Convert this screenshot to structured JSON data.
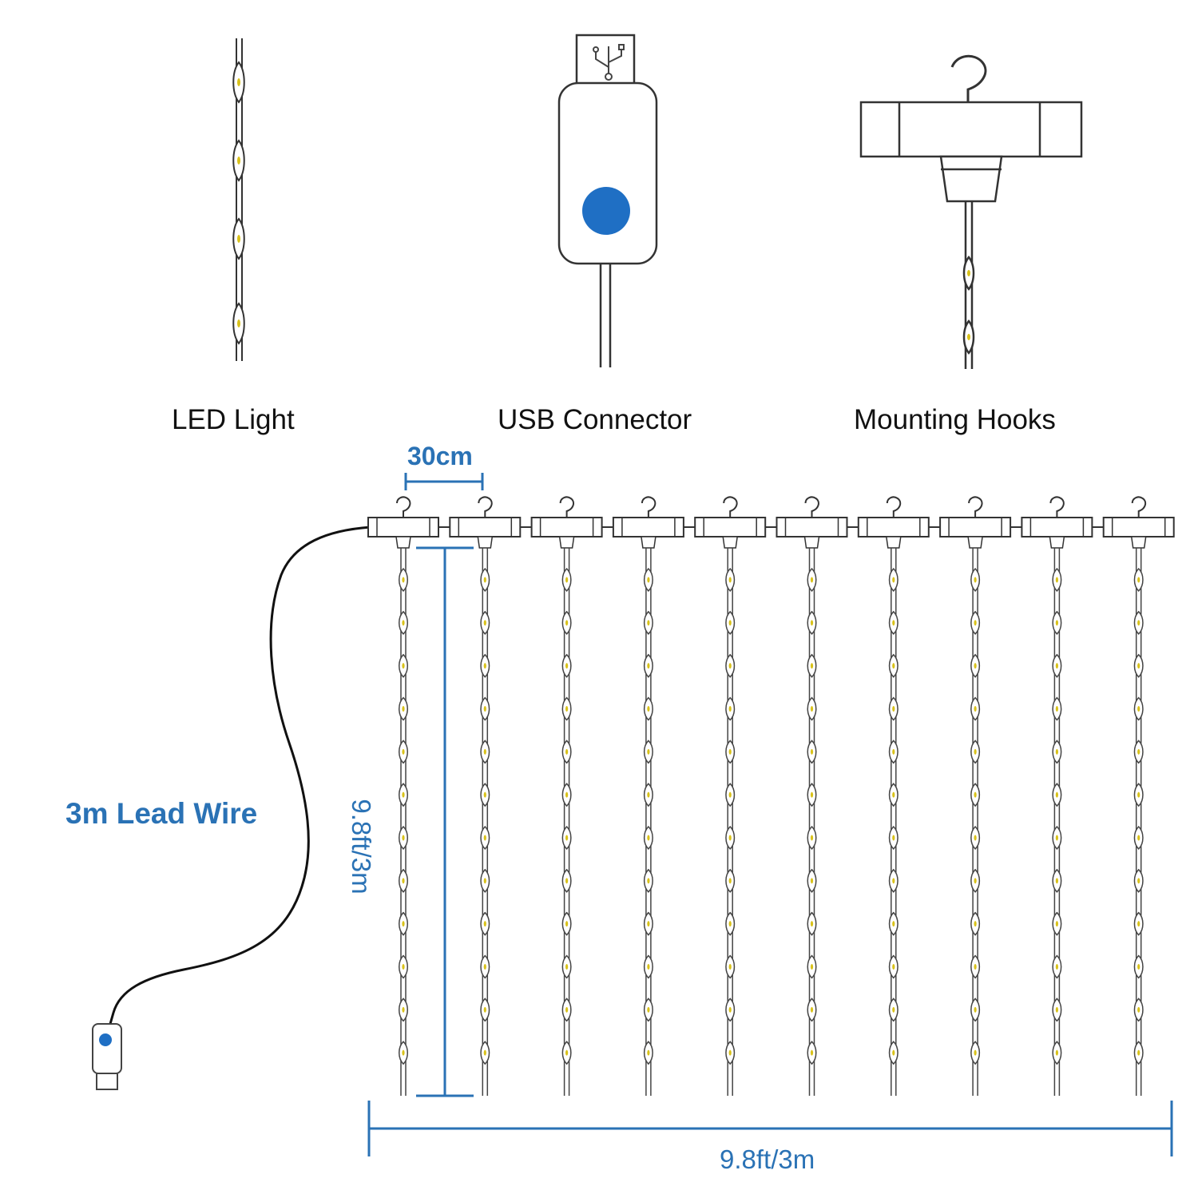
{
  "parts": {
    "led_light": "LED Light",
    "usb_connector": "USB Connector",
    "mounting_hooks": "Mounting Hooks"
  },
  "dimensions": {
    "spacing": "30cm",
    "height": "9.8ft/3m",
    "width": "9.8ft/3m"
  },
  "lead_wire": "3m Lead Wire",
  "curtain": {
    "strand_count": 10,
    "bulbs_per_strand": 12
  },
  "colors": {
    "accent": "#2a72b5",
    "button": "#1f6fc4",
    "outline": "#333333",
    "bulb": "#d9c21a",
    "cable": "#111111"
  }
}
